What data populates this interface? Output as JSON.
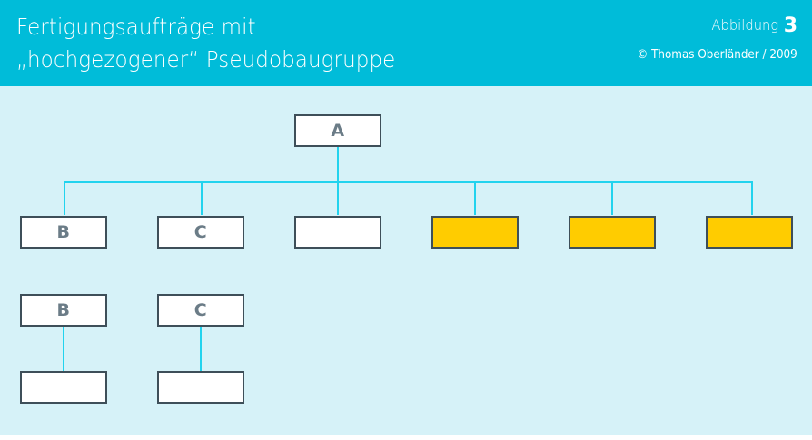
{
  "header": {
    "title_line1": "Fertigungsaufträge mit",
    "title_line2": "„hochgezogener“ Pseudobaugruppe",
    "figure_label": "Abbildung",
    "figure_number": "3",
    "copyright": "© Thomas Oberländer / 2009",
    "background_color": "#00bcd9",
    "text_color": "#ffffff"
  },
  "canvas": {
    "background_color": "#d6f2f8",
    "connector_color": "#22d3ee",
    "node_border_color": "#3e4f59",
    "node_fill_white": "#ffffff",
    "node_fill_gold": "#ffcc00",
    "node_label_color": "#6b7c87"
  },
  "diagram": {
    "root": {
      "label": "A"
    },
    "level1": [
      {
        "label": "B",
        "fill": "white"
      },
      {
        "label": "C",
        "fill": "white"
      },
      {
        "label": "",
        "fill": "white"
      },
      {
        "label": "",
        "fill": "gold"
      },
      {
        "label": "",
        "fill": "gold"
      },
      {
        "label": "",
        "fill": "gold"
      }
    ],
    "subtrees": [
      {
        "parent": {
          "label": "B"
        },
        "child": {
          "label": ""
        }
      },
      {
        "parent": {
          "label": "C"
        },
        "child": {
          "label": ""
        }
      }
    ]
  }
}
